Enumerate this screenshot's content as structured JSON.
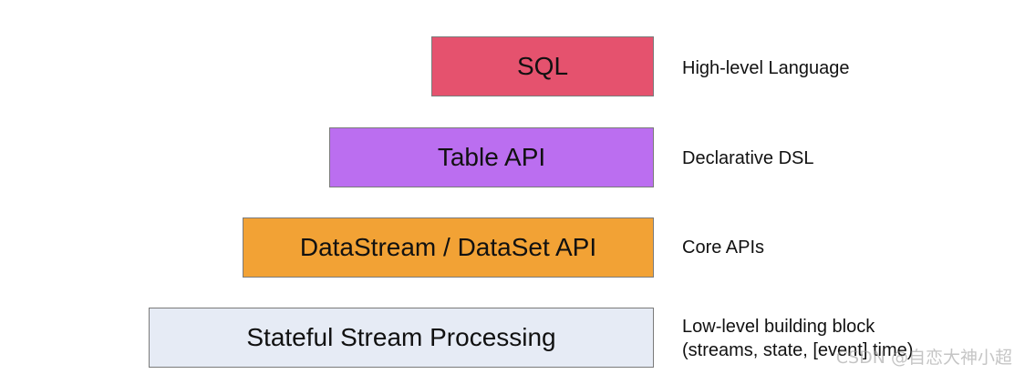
{
  "layers": [
    {
      "label": "SQL",
      "description": [
        "High-level Language"
      ],
      "color": "#e5526e"
    },
    {
      "label": "Table API",
      "description": [
        "Declarative DSL"
      ],
      "color": "#bb6ef0"
    },
    {
      "label": "DataStream / DataSet API",
      "description": [
        "Core APIs"
      ],
      "color": "#f2a235"
    },
    {
      "label": "Stateful Stream Processing",
      "description": [
        "Low-level building block",
        "(streams, state, [event] time)"
      ],
      "color": "#e6ebf5"
    }
  ],
  "watermark": "CSDN @自恋大神小超"
}
